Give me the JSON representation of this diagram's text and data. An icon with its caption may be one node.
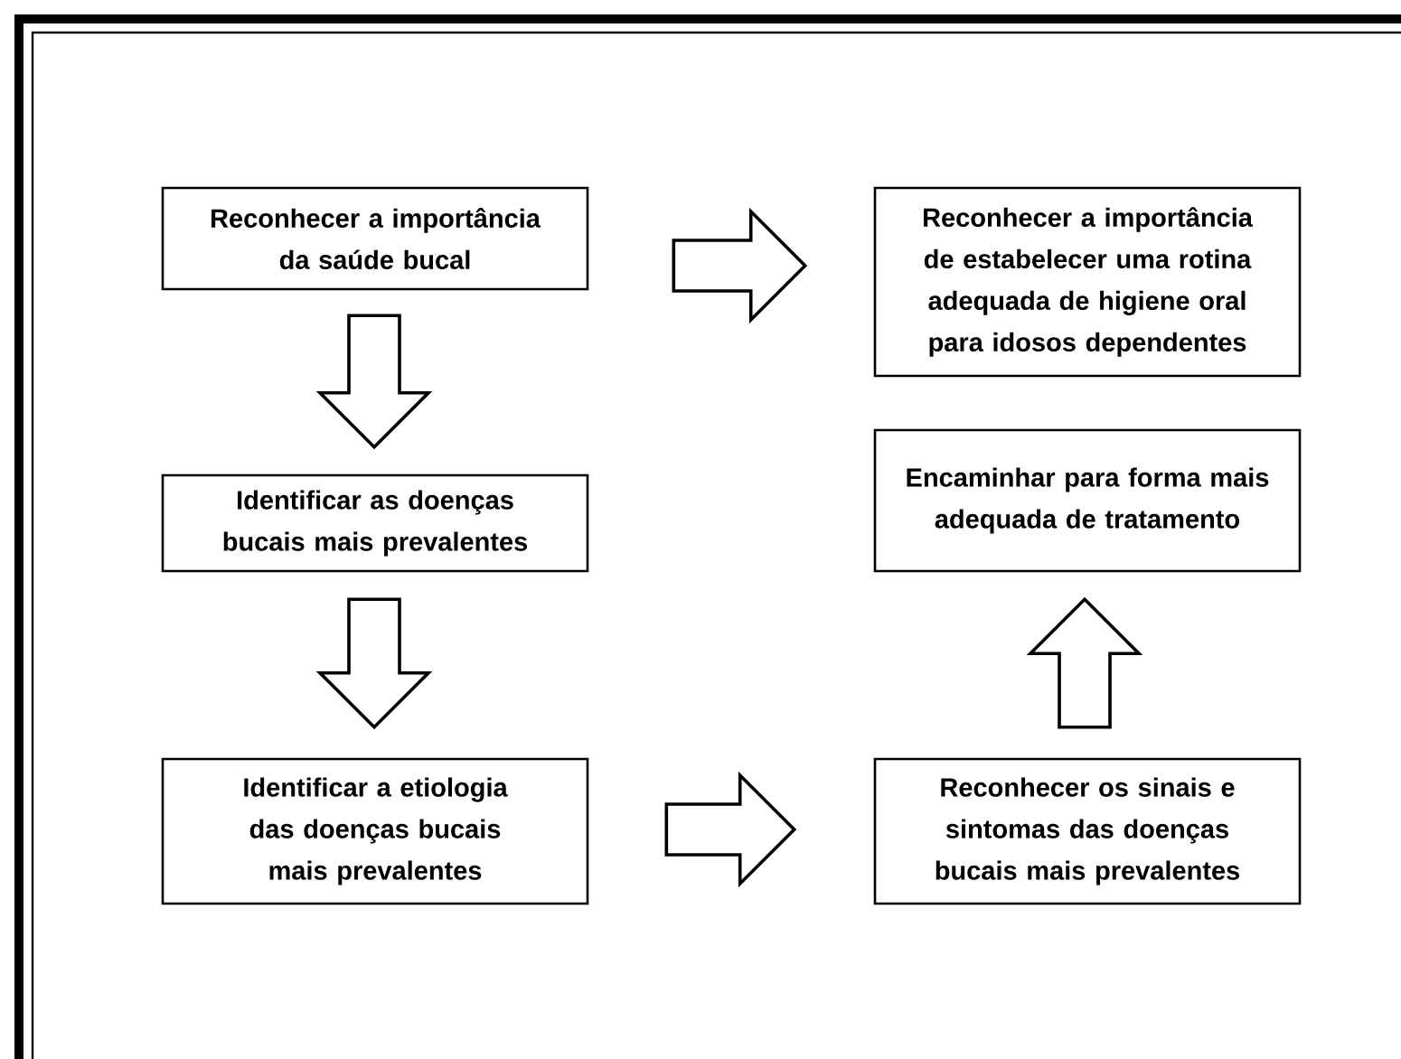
{
  "diagram": {
    "nodes": [
      {
        "text": [
          "Reconhecer a importância da saúde bucal"
        ]
      },
      {
        "text": [
          "Reconhecer a importância de estabelecer uma rotina adequada de higiene oral para idosos dependentes"
        ]
      },
      {
        "text": [
          "Identificar as doenças bucais mais prevalentes"
        ]
      },
      {
        "text": [
          "Encaminhar para forma mais adequada de tratamento"
        ]
      },
      {
        "text": [
          "Identificar a etiologia das doenças bucais mais prevalentes"
        ]
      },
      {
        "text": [
          "Reconhecer os sinais e sintomas das doenças bucais mais prevalentes"
        ]
      }
    ],
    "edges": [
      {
        "from": 0,
        "to": 1,
        "arrow": "to"
      },
      {
        "from": 0,
        "to": 2,
        "arrow": "to"
      },
      {
        "from": 2,
        "to": 4,
        "arrow": "to"
      },
      {
        "from": 4,
        "to": 5,
        "arrow": "to"
      },
      {
        "from": 5,
        "to": 3,
        "arrow": "to"
      }
    ]
  }
}
